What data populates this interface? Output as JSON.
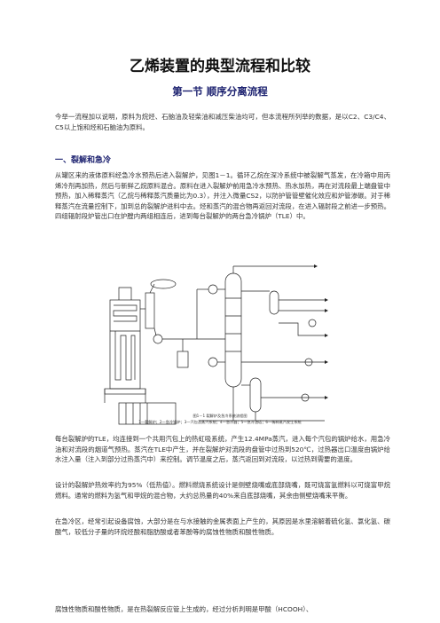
{
  "doc": {
    "title": "乙烯装置的典型流程和比较",
    "subtitle": "第一节   顺序分离流程",
    "intro": "今举一流程加以说明，原料为烷烃、石脑油及轻柴油和减压柴油均可，但本流程所列举的数据，是以C2、C3/C4、C5以上饱和烃和石脑油为原料。",
    "section1_heading": "一、裂解和急冷",
    "para1": "从罐区来的液体原料经急冷水预热后进入裂解炉，见图1－1。循环乙烷在深冷系统中被裂解气蒸发，在冷箱中用丙烯冷剂再加热，然后与新鲜乙烷原料混合。原料在进入裂解炉前用急冷水预热、热水加热，再在对流段最上端盘管中预热，加入稀释蒸汽（乙烷与稀释蒸汽质量比为0.3），并注入微量CS2，以防护管管壁催化效应和炉管渗碳。对于稀释蒸汽在流量控制下，加到总的裂解炉进料中去。烃和蒸汽的混合物再返回对流段，在进入辐射段之前进一步预热。四组辐射段炉管出口在炉膛内两组相连后，进到每台裂解炉的两台急冷锅炉（TLE）中。",
    "figure_caption": "图1－1    裂解炉及急冷系统流程图",
    "figure_legend": "1—裂解炉；2—急冷锅炉；3—汽包及蒸汽系统；4—急冷器；5—急冷油塔；6—稀释蒸汽发生系统",
    "para2": "每台裂解炉的TLE，均连接到一个共用汽包上的热虹吸系统，产生12.4MPa蒸汽，进入每个汽包的锅炉给水，用急冷油和对流段的烟道气预热。蒸汽在TLE中产生，并在裂解炉对流段的盘管中过热到520℃，过热器出口温度由锅炉给水注入量（注入到部分过热蒸汽中）来控制。调节温度之后，蒸汽返回到对流段，以过热到需要的温度。",
    "para3": "设计的裂解炉热效率约为95%（低热值）。燃料燃烧系统设计是侧壁烧嘴或底部烧嘴，既可烧富氢燃料以可烧富甲烷燃料。通常的燃料为氢气和甲烷的混合物，大约总热量的40%来自底部烧嘴，其余由侧壁烧嘴来平衡。",
    "para4": "在急冷区，经常引起设备腐蚀，大部分是在与水接触的金属表面上产生的，其原因是水里溶解着硫化氢、氯化氢、碳酸气，较低分子量的环烷烃酸和脂肪酸或者苯酚等的腐蚀性物质和酸性物质。",
    "para5": "腐蚀性物质和酸性物质，是在热裂解反应管上生成的，经过分析判明是甲酸（HCOOH）、"
  }
}
